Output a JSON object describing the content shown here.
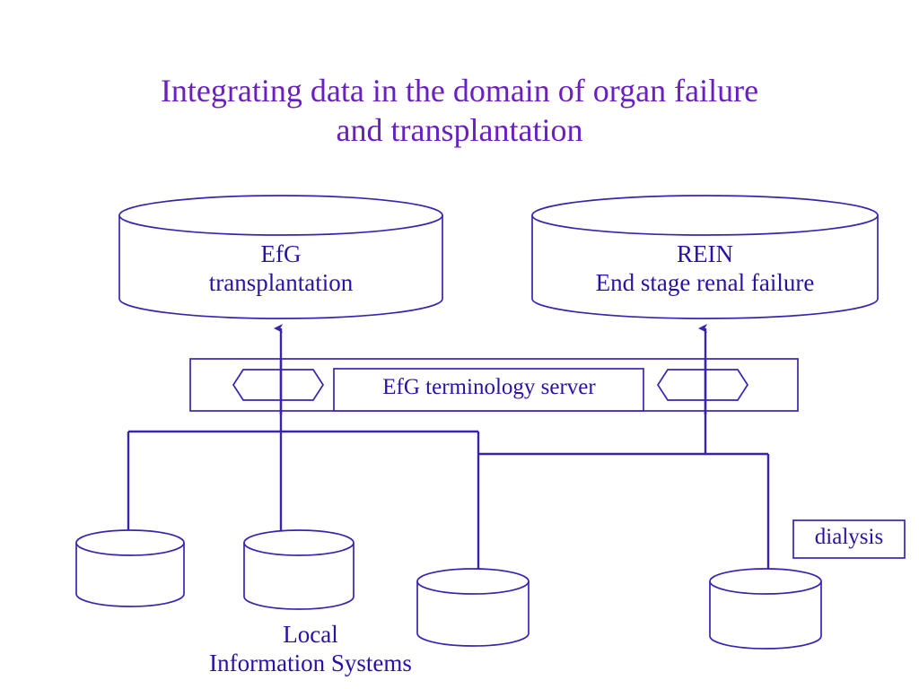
{
  "slide": {
    "title": "Integrating data in the domain of organ failure\nand transplantation",
    "background_color": "#ffffff",
    "title_color": "#6a1fc4",
    "stroke_color": "#3b23b0",
    "text_color": "#2a12a6"
  },
  "nodes": {
    "efg_transplantation": {
      "label": "EfG\ntransplantation",
      "shape": "cylinder"
    },
    "rein": {
      "label": "REIN\nEnd stage renal failure",
      "shape": "cylinder"
    },
    "terminology_server": {
      "label": "EfG terminology server",
      "shape": "rectangle"
    },
    "local_information_systems": {
      "label": "Local\nInformation Systems",
      "shape": "caption"
    },
    "dialysis": {
      "label": "dialysis",
      "shape": "rectangle"
    },
    "local_db_1": {
      "label": "",
      "shape": "cylinder"
    },
    "local_db_2": {
      "label": "",
      "shape": "cylinder"
    },
    "local_db_3": {
      "label": "",
      "shape": "cylinder"
    },
    "local_db_4": {
      "label": "",
      "shape": "cylinder"
    },
    "connector_left": {
      "label": "",
      "shape": "octagon"
    },
    "connector_right": {
      "label": "",
      "shape": "octagon"
    }
  },
  "edges": [
    {
      "from": "terminology_server_bus",
      "to": "efg_transplantation",
      "arrow": "up"
    },
    {
      "from": "terminology_server_bus",
      "to": "rein",
      "arrow": "up"
    },
    {
      "from": "local_db_1",
      "to": "terminology_server_bus",
      "arrow": "none"
    },
    {
      "from": "local_db_2",
      "to": "terminology_server_bus",
      "arrow": "none"
    },
    {
      "from": "local_db_3",
      "to": "terminology_server_bus",
      "arrow": "none"
    },
    {
      "from": "local_db_4",
      "to": "terminology_server_bus",
      "arrow": "none"
    }
  ]
}
